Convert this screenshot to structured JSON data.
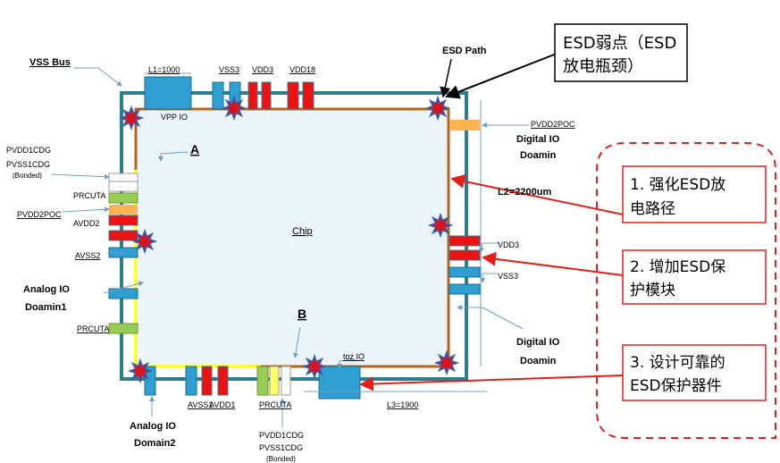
{
  "chip": {
    "label": "Chip",
    "label_a": "A",
    "label_b": "B"
  },
  "labels": {
    "vss_bus": "VSS Bus",
    "l1": "L1=1000",
    "vss3_top": "VSS3",
    "vdd3_top": "VDD3",
    "vdd18_top": "VDD18",
    "vpp_io": "VPP IO",
    "esd_path": "ESD Path",
    "pvdd2poc_right": "PVDD2POC",
    "digital_io_1": "Digital IO",
    "doamin_1": "Doamin",
    "l2": "L2=2200um",
    "vdd3_right": "VDD3",
    "vss3_right": "VSS3",
    "digital_io_2": "Digital IO",
    "doamin_2": "Doamin",
    "pvdd1cdg_left": "PVDD1CDG",
    "pvss1cdg_left": "PVSS1CDG",
    "bonded": "(Bonded)",
    "prcuta_left_top": "PRCUTA",
    "pvdd2poc_left": "PVDD2POC",
    "avdd2": "AVDD2",
    "avss2": "AVSS2",
    "analog_io_left": "Analog IO",
    "doamin1": "Doamin1",
    "prcuta_left_bottom": "PRCUTA",
    "avss1": "AVSS1",
    "avdd1": "AVDD1",
    "prcuta_bottom": "PRCUTA",
    "pvdd1cdg_bottom": "PVDD1CDG",
    "pvss1cdg_bottom": "PVSS1CDG",
    "bonded_bottom": "(Bonded)",
    "toz_io": "toz IO",
    "l3": "L3=1900",
    "analog_io_bottom": "Analog IO",
    "domain2": "Domain2"
  },
  "callout": {
    "line1": "ESD弱点（ESD",
    "line2": "放电瓶颈）"
  },
  "measures": [
    {
      "line1": "1.  强化ESD放",
      "line2": "电路径"
    },
    {
      "line1": "2.  增加ESD保",
      "line2": "护模块"
    },
    {
      "line1": "3.  设计可靠的",
      "line2": "ESD保护器件"
    }
  ],
  "colors": {
    "ring_teal": "#2e7d8e",
    "rail_brown": "#b5651d",
    "rail_yellow": "#ffff33",
    "chip_fill": "#eaf4f9",
    "pad_blue": "#2e9fd0",
    "pad_red": "#ee1111",
    "pad_green": "#99cc55",
    "pad_orange": "#ffb24f",
    "accent_red": "#e0201b",
    "star_red": "#d8141e",
    "star_blue": "#2a63b8"
  }
}
